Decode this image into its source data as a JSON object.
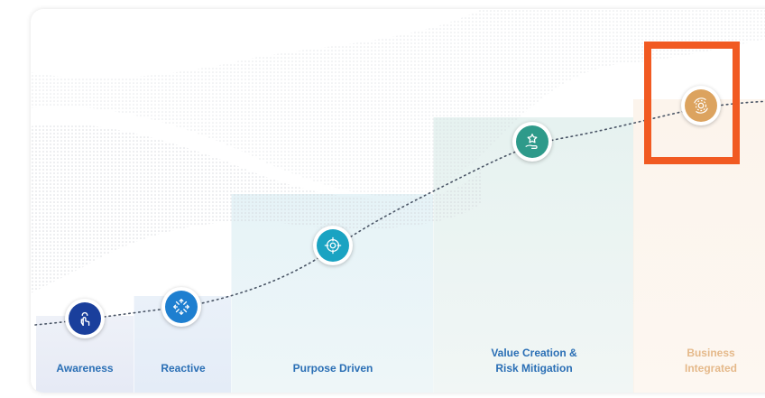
{
  "stages": [
    {
      "label": "Awareness",
      "icon": "touch-hand-icon",
      "color": "#1a3f9c"
    },
    {
      "label": "Reactive",
      "icon": "expand-arrows-icon",
      "color": "#1e7fd0"
    },
    {
      "label": "Purpose Driven",
      "icon": "target-icon",
      "color": "#1aa3c2"
    },
    {
      "label": "Value Creation & Risk Mitigation",
      "icon": "hand-star-icon",
      "color": "#2e9a8a"
    },
    {
      "label": "Business Integrated",
      "icon": "gear-cycle-icon",
      "color": "#dca35f"
    }
  ],
  "highlight_color": "#f15a22"
}
